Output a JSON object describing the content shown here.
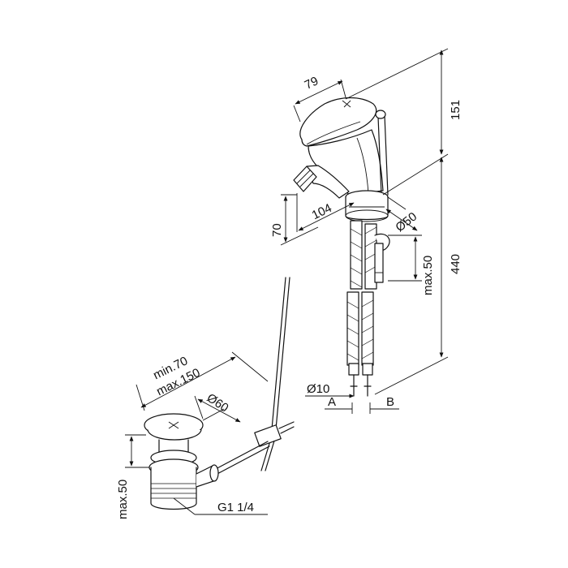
{
  "faucet_labels": {
    "lever_width": "79",
    "top_height": "151",
    "spout_reach": "104",
    "spout_height": "70",
    "base_diameter": "Ø50",
    "deck_thickness": "max.50",
    "hose_length": "440",
    "hose_diameter": "Ø10",
    "connection_a": "A",
    "connection_b": "B"
  },
  "drain_labels": {
    "rod_min": "min.70",
    "rod_max": "max.150",
    "plug_diameter": "Ø60",
    "drain_height": "max.50",
    "thread": "G1 1/4"
  },
  "colors": {
    "line": "#111111",
    "background": "#ffffff"
  }
}
